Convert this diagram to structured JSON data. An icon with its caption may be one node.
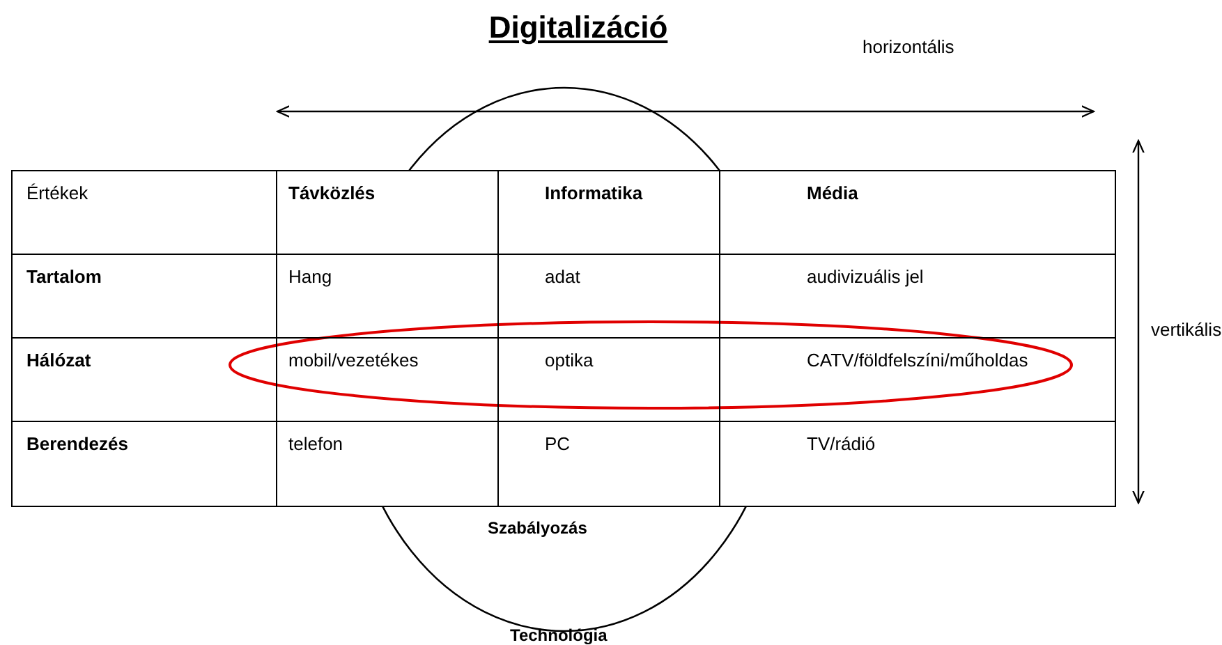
{
  "diagram": {
    "title": "Digitalizáció",
    "labels": [
      "horizontális",
      "Értékek",
      "Távközlés",
      "Informatika",
      "Média",
      "Tartalom",
      "Hang",
      "adat",
      "audivizuális jel",
      "Hálózat",
      "mobil/vezetékes",
      "optika",
      "CATV/földfelszíni/műholdas",
      "Berendezés",
      "telefon",
      "PC",
      "TV/rádió",
      "vertikális",
      "Szabályozás",
      "Technológia"
    ]
  }
}
